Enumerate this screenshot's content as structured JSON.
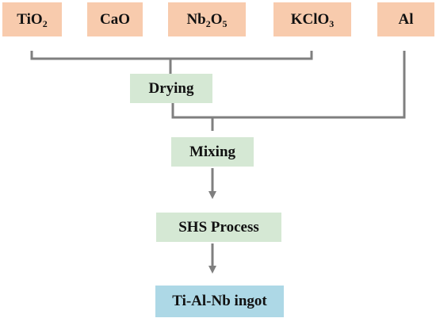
{
  "materials": [
    {
      "id": "tio2",
      "parts": [
        {
          "t": "TiO"
        },
        {
          "t": "2",
          "sub": true
        }
      ]
    },
    {
      "id": "cao",
      "parts": [
        {
          "t": "CaO"
        }
      ]
    },
    {
      "id": "nb2o5",
      "parts": [
        {
          "t": "Nb"
        },
        {
          "t": "2",
          "sub": true
        },
        {
          "t": "O"
        },
        {
          "t": "5",
          "sub": true
        }
      ]
    },
    {
      "id": "kclo3",
      "parts": [
        {
          "t": "KClO"
        },
        {
          "t": "3",
          "sub": true
        }
      ]
    },
    {
      "id": "al",
      "parts": [
        {
          "t": "Al"
        }
      ]
    }
  ],
  "steps": {
    "drying": "Drying",
    "mixing": "Mixing",
    "shs": "SHS Process",
    "product": "Ti-Al-Nb ingot"
  },
  "colors": {
    "raw": "#F8CBAD",
    "step": "#D5E8D4",
    "final": "#ADD8E6",
    "line": "#7F7F7F"
  }
}
